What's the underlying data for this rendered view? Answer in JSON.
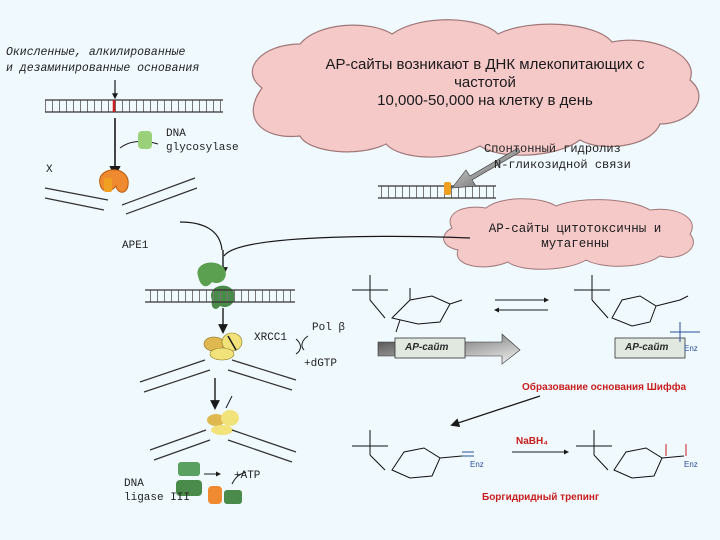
{
  "colors": {
    "background": "#f0f9fe",
    "cloud": "#f6c9c9",
    "cloud_stroke": "#a07878",
    "arrow": "#1a1a1a",
    "enz_blue": "#2a4f9e",
    "red": "#c81e1e",
    "orange_base": "#f0a020",
    "green_enzyme": "#4a8a4a",
    "yellow_enzyme": "#f2e27a"
  },
  "labels": {
    "bases_title_line1": "Окисленные, алкилированные",
    "bases_title_line2": "и дезаминированные основания",
    "cloud_line1": "АР-сайты возникают в ДНК млекопитающих с",
    "cloud_line2": "частотой",
    "cloud_line3": "10,000-50,000 на клетку в день",
    "glycosylase_line1": "DNA",
    "glycosylase_line2": "glycosylase",
    "x_mark": "X",
    "hydrolysis_line1": "Спонтонный гидролиз",
    "hydrolysis_line2": "N-гликозидной связи",
    "callout_line1": "АР-сайты цитотоксичны и",
    "callout_line2": "мутагенны",
    "ape1": "APE1",
    "xrcc1": "XRCC1",
    "pol_beta": "Pol β",
    "dgtp": "+dGTP",
    "ligase_line1": "DNA",
    "ligase_line2": "ligase III",
    "atp": "+ATP",
    "ap_site_1": "АР-сайт",
    "ap_site_2": "АР-сайт",
    "schiff": "Образование основания Шиффа",
    "nabh4": "NaBH₄",
    "borohydride": "Боргидридный трепинг",
    "enz": "Enz"
  }
}
